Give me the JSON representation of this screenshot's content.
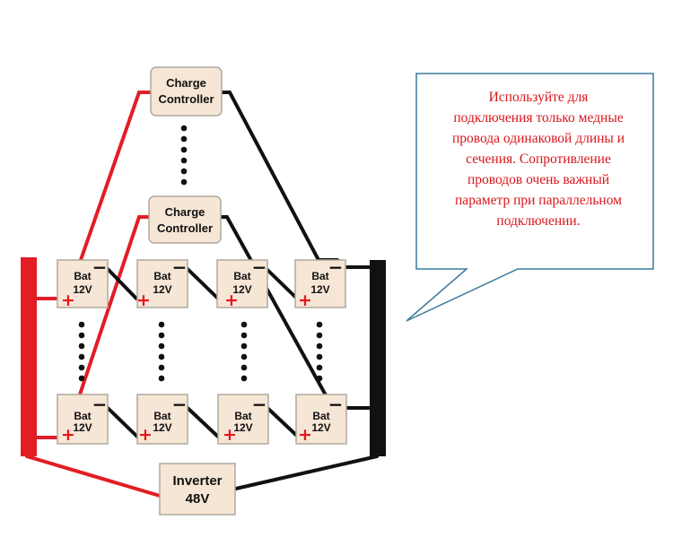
{
  "controllers": [
    {
      "line1": "Charge",
      "line2": "Controller"
    },
    {
      "line1": "Charge",
      "line2": "Controller"
    }
  ],
  "battery": {
    "line1": "Bat",
    "line2": "12V",
    "plus": "+",
    "minus": "−"
  },
  "inverter": {
    "line1": "Inverter",
    "line2": "48V"
  },
  "callout": {
    "lines": [
      "Используйте для",
      "подключения только медные",
      "провода одинаковой длины и",
      "сечения. Сопротивление",
      "проводов очень важный",
      "параметр при параллельном",
      "подключении."
    ]
  },
  "colors": {
    "positive_wire": "#e21d25",
    "negative_wire": "#111111",
    "box_fill": "#f6e6d6",
    "callout_border": "#3a7a9a",
    "callout_text": "#d8161c"
  }
}
